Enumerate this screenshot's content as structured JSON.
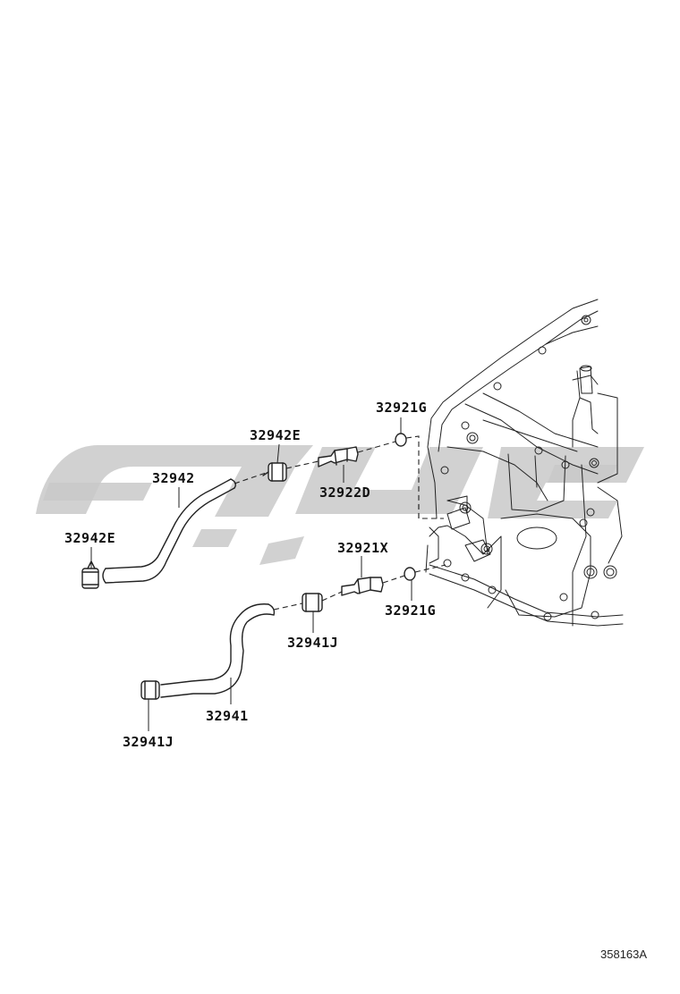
{
  "figure_id": "358163A",
  "parts": {
    "p32921G_top": "32921G",
    "p32942E_top": "32942E",
    "p32942": "32942",
    "p32922D": "32922D",
    "p32942E_left": "32942E",
    "p32921X": "32921X",
    "p32921G_bottom": "32921G",
    "p32941J_mid": "32941J",
    "p32941": "32941",
    "p32941J_bottom": "32941J"
  }
}
